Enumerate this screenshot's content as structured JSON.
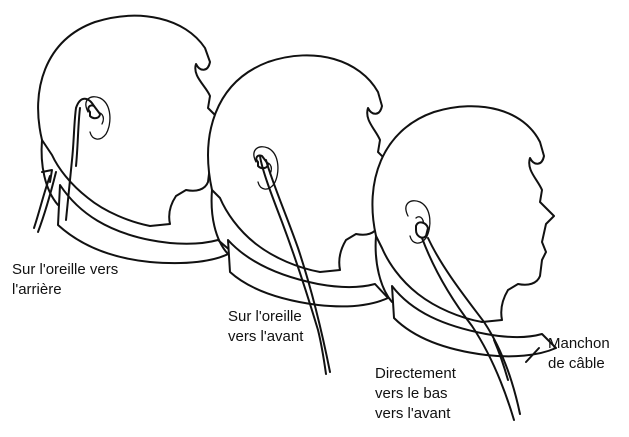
{
  "labels": {
    "over_ear_back": [
      "Sur l'oreille vers",
      "l'arrière"
    ],
    "over_ear_front": [
      "Sur l'oreille",
      "vers l'avant"
    ],
    "straight_down": [
      "Directement",
      "vers le bas",
      "vers l'avant"
    ],
    "cable_sleeve": [
      "Manchon",
      "de câble"
    ]
  }
}
